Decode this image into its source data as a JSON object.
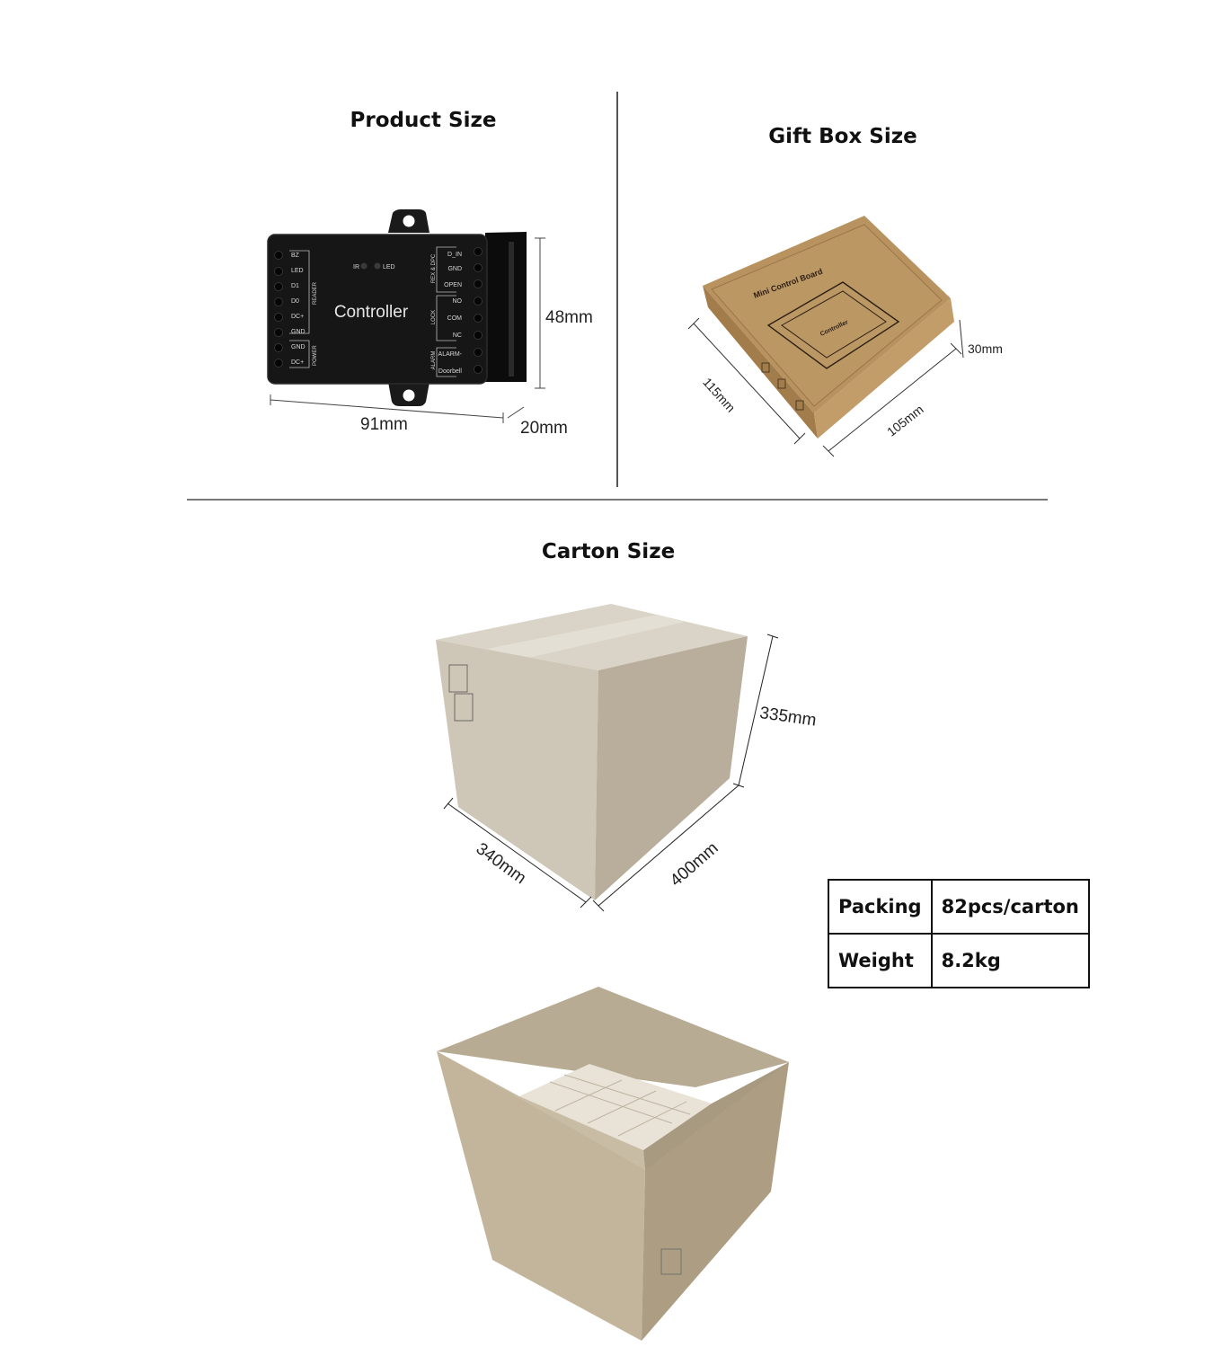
{
  "product": {
    "heading": "Product Size",
    "controller_label": "Controller",
    "dims": {
      "height": "48mm",
      "length": "91mm",
      "depth": "20mm"
    },
    "terminals_left": [
      "BZ",
      "LED",
      "D1",
      "D0",
      "DC+",
      "GND",
      "GND",
      "DC+"
    ],
    "group_left": [
      "READER",
      "POWER"
    ],
    "terminals_right": [
      "D_IN",
      "GND",
      "OPEN",
      "NO",
      "COM",
      "NC",
      "ALARM-",
      "Doorbell"
    ],
    "group_right": [
      "REX & DPC",
      "LOCK",
      "ALARM"
    ],
    "indicators": [
      "IR",
      "LED"
    ]
  },
  "gift_box": {
    "heading": "Gift Box Size",
    "box_print": "Mini Control Board",
    "box_inner_label": "Controller",
    "dims": {
      "length": "115mm",
      "width": "105mm",
      "height": "30mm"
    }
  },
  "carton": {
    "heading": "Carton Size",
    "dims": {
      "height": "335mm",
      "length": "340mm",
      "width": "400mm"
    },
    "specs": [
      {
        "label": "Packing",
        "value": "82pcs/carton"
      },
      {
        "label": "Weight",
        "value": "8.2kg"
      }
    ]
  },
  "colors": {
    "device": "#151515",
    "kraft": "#b58f5e",
    "carton": "#c9c2b3",
    "divider": "#555555"
  }
}
